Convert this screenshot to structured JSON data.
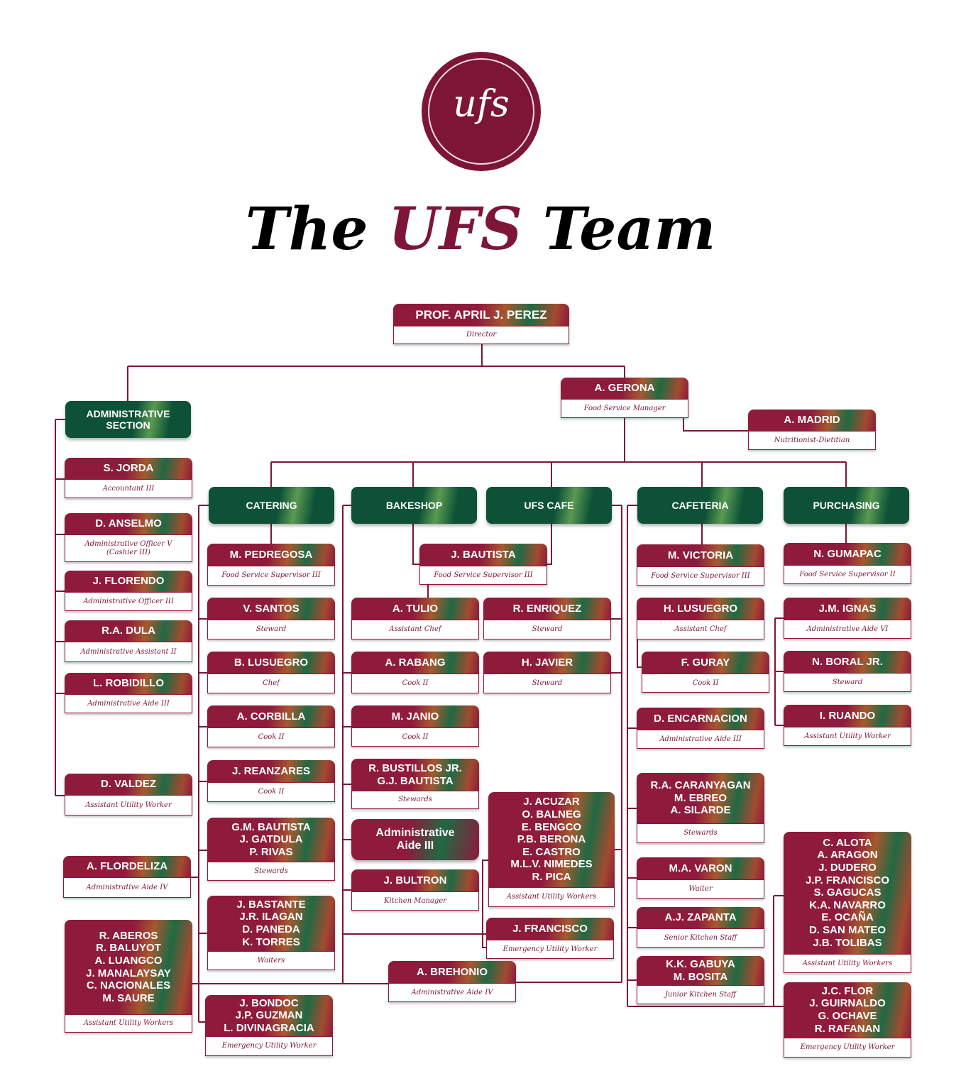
{
  "logo_text": "ufs",
  "title": {
    "before": "The ",
    "accent": "UFS",
    "after": " Team"
  },
  "colors": {
    "maroon": "#7d1636",
    "green": "#0d5237",
    "line": "#7d1636"
  },
  "nodes": {
    "director": {
      "names": [
        "PROF. APRIL J. PEREZ"
      ],
      "role": "Director"
    },
    "gerona": {
      "names": [
        "A. GERONA"
      ],
      "role": "Food Service Manager"
    },
    "madrid": {
      "names": [
        "A. MADRID"
      ],
      "role": "Nutritionist-Dietitian"
    },
    "jorda": {
      "names": [
        "S. JORDA"
      ],
      "role": "Accountant III"
    },
    "anselmo": {
      "names": [
        "D. ANSELMO"
      ],
      "role": [
        "Administrative Officer V",
        "(Cashier III)"
      ]
    },
    "florendo": {
      "names": [
        "J. FLORENDO"
      ],
      "role": "Administrative Officer III"
    },
    "dula": {
      "names": [
        "R.A. DULA"
      ],
      "role": "Administrative Assistant II"
    },
    "robidillo": {
      "names": [
        "L. ROBIDILLO"
      ],
      "role": "Administrative Aide III"
    },
    "valdez": {
      "names": [
        "D. VALDEZ"
      ],
      "role": "Assistant Utility Worker"
    },
    "flordeliza": {
      "names": [
        "A. FLORDELIZA"
      ],
      "role": "Administrative Aide IV"
    },
    "admin_utility": {
      "names": [
        "R. ABEROS",
        "R. BALUYOT",
        "A. LUANGCO",
        "J. MANALAYSAY",
        "C. NACIONALES",
        "M. SAURE"
      ],
      "role": "Assistant Utility Workers"
    },
    "pedregosa": {
      "names": [
        "M. PEDREGOSA"
      ],
      "role": "Food Service Supervisor III"
    },
    "vsantos": {
      "names": [
        "V. SANTOS"
      ],
      "role": "Steward"
    },
    "blusuegro": {
      "names": [
        "B. LUSUEGRO"
      ],
      "role": "Chef"
    },
    "corbilla": {
      "names": [
        "A. CORBILLA"
      ],
      "role": "Cook II"
    },
    "reanzares": {
      "names": [
        "J. REANZARES"
      ],
      "role": "Cook II"
    },
    "catering_stewards": {
      "names": [
        "G.M. BAUTISTA",
        "J. GATDULA",
        "P. RIVAS"
      ],
      "role": "Stewards"
    },
    "catering_waiters": {
      "names": [
        "J. BASTANTE",
        "J.R. ILAGAN",
        "D. PANEDA",
        "K. TORRES"
      ],
      "role": "Waiters"
    },
    "catering_emergency": {
      "names": [
        "J. BONDOC",
        "J.P. GUZMAN",
        "L. DIVINAGRACIA"
      ],
      "role": "Emergency Utility Worker"
    },
    "jbautista": {
      "names": [
        "J. BAUTISTA"
      ],
      "role": "Food Service Supervisor III"
    },
    "tulio": {
      "names": [
        "A. TULIO"
      ],
      "role": "Assistant Chef"
    },
    "rabang": {
      "names": [
        "A. RABANG"
      ],
      "role": "Cook II"
    },
    "janio": {
      "names": [
        "M. JANIO"
      ],
      "role": "Cook II"
    },
    "bakeshop_stewards": {
      "names": [
        "R. BUSTILLOS JR.",
        "G.J. BAUTISTA"
      ],
      "role": "Stewards"
    },
    "admin_aide_label": {
      "names": [
        "Administrative",
        "Aide III"
      ]
    },
    "bultron": {
      "names": [
        "J. BULTRON"
      ],
      "role": "Kitchen Manager"
    },
    "enriquez": {
      "names": [
        "R. ENRIQUEZ"
      ],
      "role": "Steward"
    },
    "javier": {
      "names": [
        "H. JAVIER"
      ],
      "role": "Steward"
    },
    "cafe_utility": {
      "names": [
        "J. ACUZAR",
        "O. BALNEG",
        "E. BENGCO",
        "P.B. BERONA",
        "E. CASTRO",
        "M.L.V. NIMEDES",
        "R. PICA"
      ],
      "role": "Assistant Utility Workers"
    },
    "jfrancisco": {
      "names": [
        "J. FRANCISCO"
      ],
      "role": "Emergency Utility Worker"
    },
    "brehonio": {
      "names": [
        "A. BREHONIO"
      ],
      "role": "Administrative Aide IV"
    },
    "victoria": {
      "names": [
        "M. VICTORIA"
      ],
      "role": "Food Service Supervisor III"
    },
    "hlusuegro": {
      "names": [
        "H. LUSUEGRO"
      ],
      "role": "Assistant Chef"
    },
    "guray": {
      "names": [
        "F. GURAY"
      ],
      "role": "Cook II"
    },
    "encarnacion": {
      "names": [
        "D. ENCARNACION"
      ],
      "role": "Administrative Aide III"
    },
    "cafeteria_stewards": {
      "names": [
        "R.A. CARANYAGAN",
        "M. EBREO",
        "A. SILARDE"
      ],
      "role": "Stewards"
    },
    "varon": {
      "names": [
        "M.A. VARON"
      ],
      "role": "Waiter"
    },
    "zapanta": {
      "names": [
        "A.J. ZAPANTA"
      ],
      "role": "Senior Kitchen Staff"
    },
    "junior_kitchen": {
      "names": [
        "K.K. GABUYA",
        "M. BOSITA"
      ],
      "role": "Junior Kitchen Staff"
    },
    "gumapac": {
      "names": [
        "N. GUMAPAC"
      ],
      "role": "Food Service Supervisor II"
    },
    "ignas": {
      "names": [
        "J.M. IGNAS"
      ],
      "role": "Administrative Aide VI"
    },
    "boral": {
      "names": [
        "N. BORAL JR."
      ],
      "role": "Steward"
    },
    "ruando": {
      "names": [
        "I. RUANDO"
      ],
      "role": "Assistant Utility Worker"
    },
    "purchasing_utility": {
      "names": [
        "C. ALOTA",
        "A. ARAGON",
        "J. DUDERO",
        "J.P. FRANCISCO",
        "S. GAGUCAS",
        "K.A. NAVARRO",
        "E. OCAÑA",
        "D. SAN MATEO",
        "J.B. TOLIBAS"
      ],
      "role": "Assistant Utility Workers"
    },
    "purchasing_emergency": {
      "names": [
        "J.C. FLOR",
        "J. GUIRNALDO",
        "G. OCHAVE",
        "R. RAFANAN"
      ],
      "role": "Emergency Utility Worker"
    }
  },
  "sections": {
    "admin": [
      "ADMINISTRATIVE",
      "SECTION"
    ],
    "catering": [
      "CATERING"
    ],
    "bakeshop": [
      "BAKESHOP"
    ],
    "cafe": [
      "UFS CAFE"
    ],
    "cafeteria": [
      "CAFETERIA"
    ],
    "purchasing": [
      "PURCHASING"
    ]
  }
}
